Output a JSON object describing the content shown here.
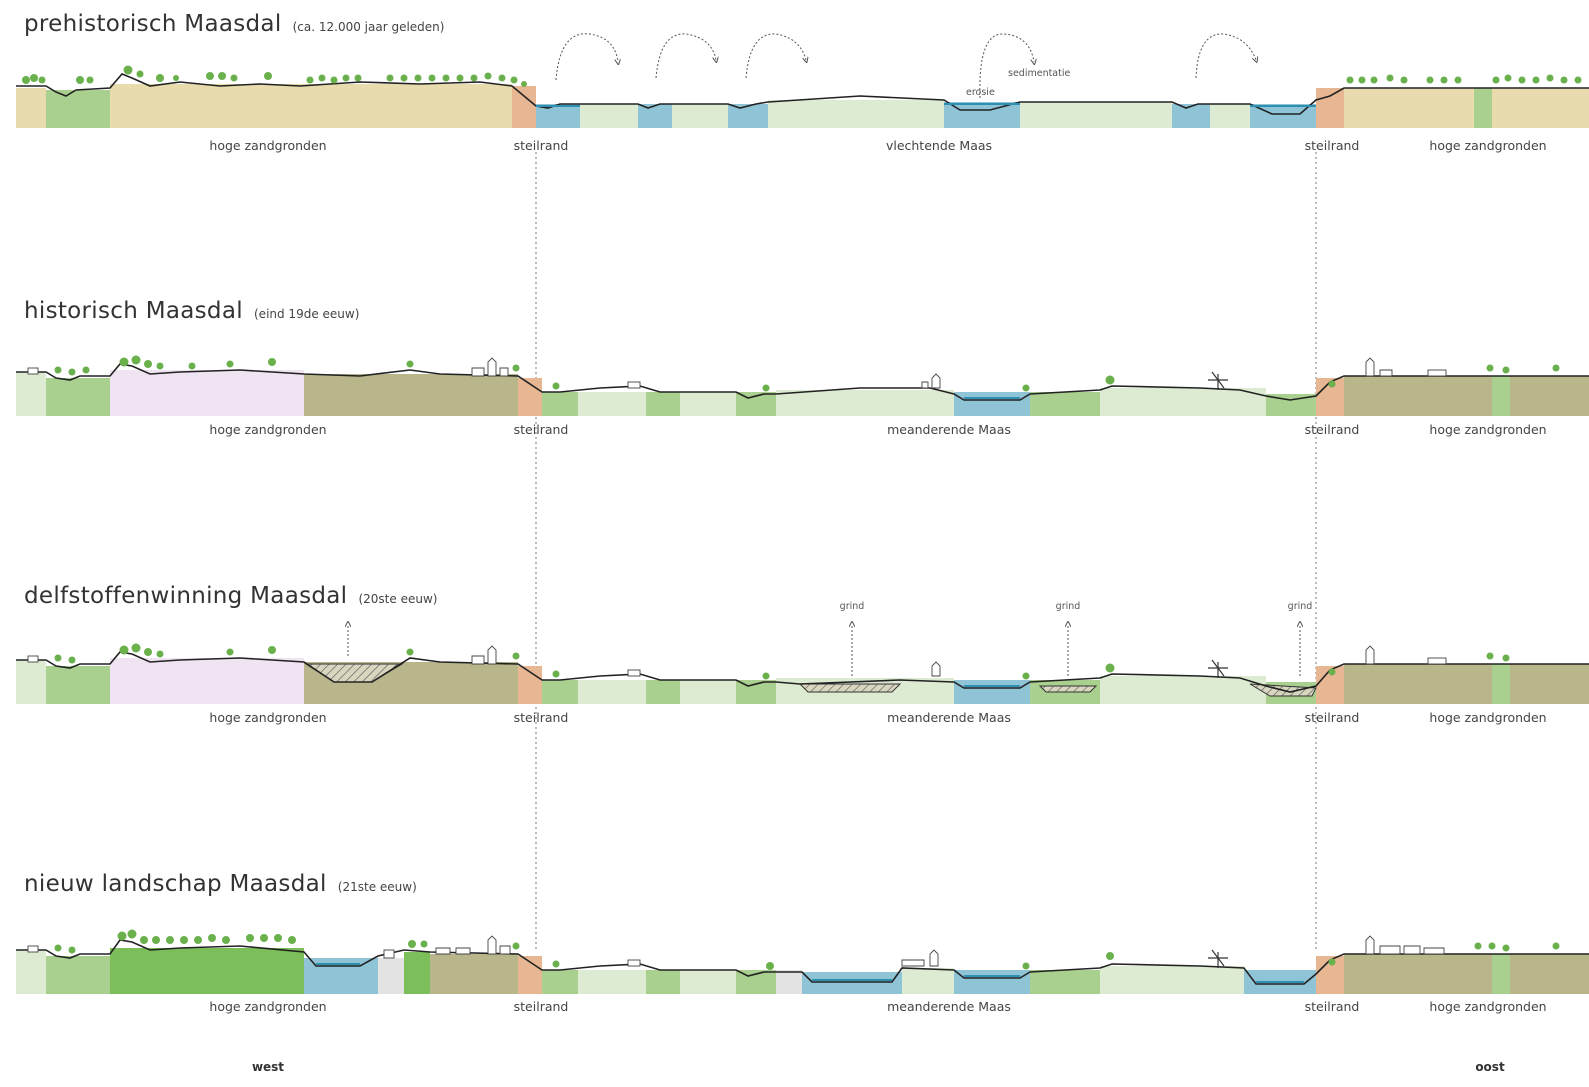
{
  "colors": {
    "sand": "#e8dcae",
    "meadow": "#a9d08e",
    "light_green": "#d6e9c6",
    "pale_green": "#dcebd2",
    "water": "#8fc4d6",
    "water_deep": "#2e8fb0",
    "heath": "#f1e4f2",
    "agri": "#b8b68a",
    "forest": "#7cbf5a",
    "steep": "#e6b792",
    "grey": "#e3e3e3",
    "tree": "#6ab04c"
  },
  "sections": [
    {
      "title": "prehistorisch Maasdal",
      "subtitle": "(ca. 12.000 jaar geleden)",
      "labels": {
        "west_ground": "hoge zandgronden",
        "steilrand_w": "steilrand",
        "center": "vlechtende Maas",
        "steilrand_e": "steilrand",
        "east_ground": "hoge zandgronden"
      },
      "annotations": [
        "erosie",
        "sedimentatie"
      ]
    },
    {
      "title": "historisch Maasdal",
      "subtitle": "(eind 19de eeuw)",
      "labels": {
        "west_ground": "hoge zandgronden",
        "steilrand_w": "steilrand",
        "center": "meanderende Maas",
        "steilrand_e": "steilrand",
        "east_ground": "hoge zandgronden"
      }
    },
    {
      "title": "delfstoffenwinning Maasdal",
      "subtitle": "(20ste eeuw)",
      "labels": {
        "west_ground": "hoge zandgronden",
        "steilrand_w": "steilrand",
        "center": "meanderende Maas",
        "steilrand_e": "steilrand",
        "east_ground": "hoge zandgronden"
      },
      "annotations": [
        "grind",
        "grind",
        "grind"
      ]
    },
    {
      "title": "nieuw landschap Maasdal",
      "subtitle": "(21ste eeuw)",
      "labels": {
        "west_ground": "hoge zandgronden",
        "steilrand_w": "steilrand",
        "center": "meanderende Maas",
        "steilrand_e": "steilrand",
        "east_ground": "hoge zandgronden"
      }
    }
  ],
  "compass": {
    "west": "west",
    "east": "oost"
  }
}
